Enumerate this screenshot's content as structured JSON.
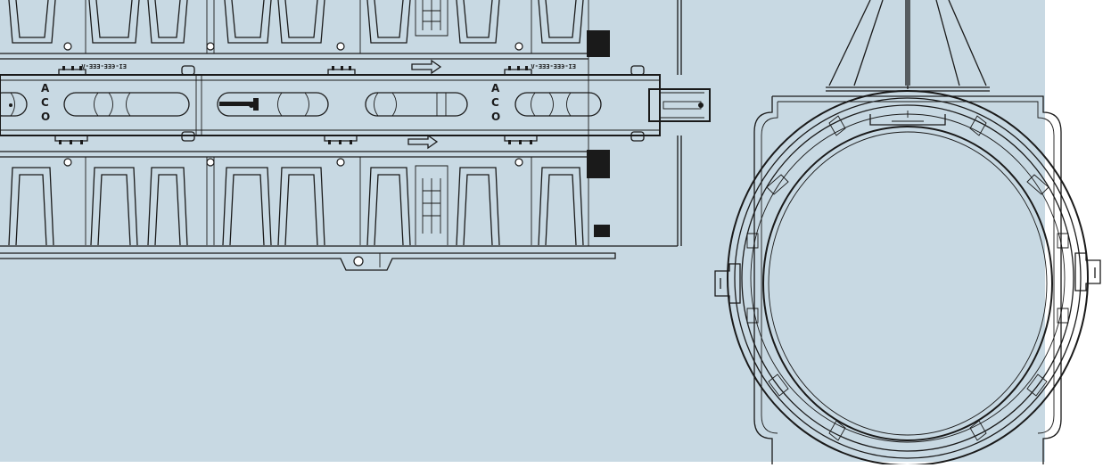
{
  "colors": {
    "background": "#c8d9e3",
    "line": "#1a1a1a",
    "page": "#ffffff"
  },
  "drawing": {
    "brand_marks": [
      "A",
      "C",
      "O"
    ],
    "part_code": "ЕІ-ЄЕЕ-ЕЕЕ-Ʌ",
    "flow_arrow_icon": "right-arrow-icon"
  }
}
